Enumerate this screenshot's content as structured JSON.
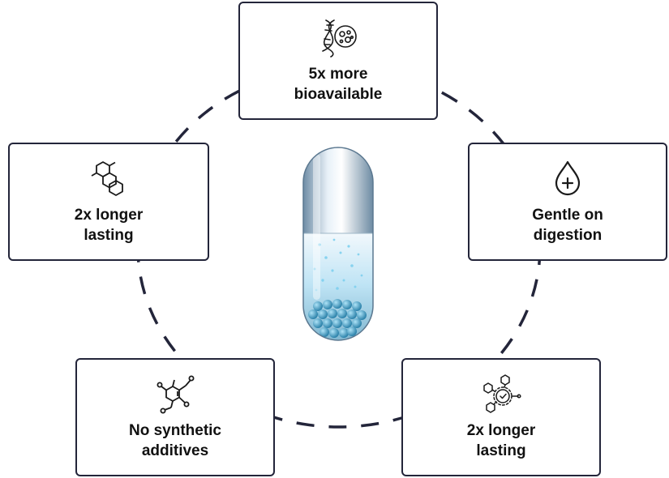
{
  "diagram": {
    "colors": {
      "line": "#23253a",
      "accent": "#56bfe8"
    },
    "center": {
      "icon": "capsule-illustration"
    },
    "benefits": [
      {
        "id": "top",
        "icon": "dna-microbe-icon",
        "label": "5x more\nbioavailable"
      },
      {
        "id": "left",
        "icon": "hexagon-molecule-icon",
        "label": "2x longer\nlasting"
      },
      {
        "id": "right",
        "icon": "drop-plus-icon",
        "label": "Gentle on\ndigestion"
      },
      {
        "id": "bottom-left",
        "icon": "chemical-structure-icon",
        "label": "No synthetic\nadditives"
      },
      {
        "id": "bottom-right",
        "icon": "molecule-gear-check-icon",
        "label": "2x longer\nlasting"
      }
    ]
  }
}
